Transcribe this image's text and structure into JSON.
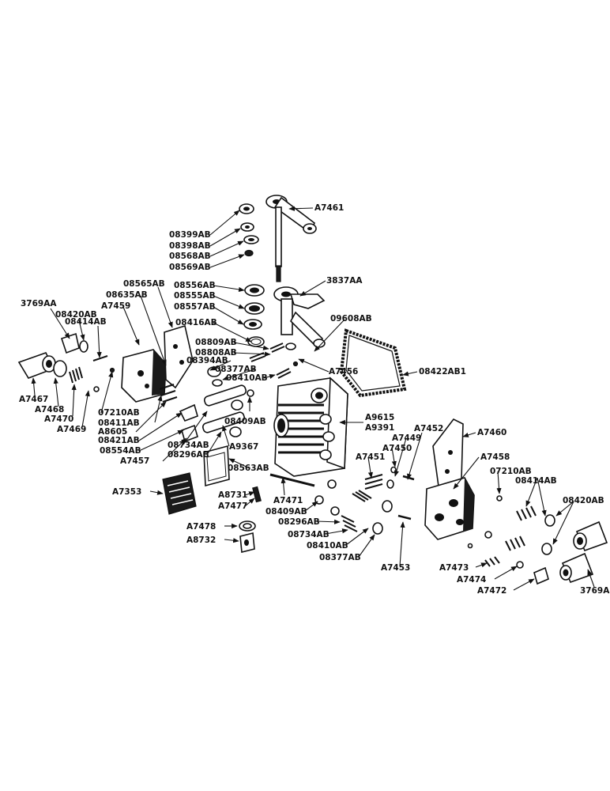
{
  "colors": {
    "ink": "#111111",
    "paper": "#ffffff"
  },
  "labels": {
    "A7461": "A7461",
    "08399AB": "08399AB",
    "08398AB": "08398AB",
    "08568AB": "08568AB",
    "08569AB": "08569AB",
    "3837AA": "3837AA",
    "08565AB": "08565AB",
    "08556AB": "08556AB",
    "08635AB": "08635AB",
    "08555AB": "08555AB",
    "A7459": "A7459",
    "08557AB": "08557AB",
    "3769AA_left": "3769AA",
    "08420AB_left": "08420AB",
    "09608AB": "09608AB",
    "08414AB_left": "08414AB",
    "08416AB": "08416AB",
    "08809AB": "08809AB",
    "08808AB": "08808AB",
    "08394AB": "08394AB",
    "08422AB1": "08422AB1",
    "08377AB_upper": "08377AB",
    "A7456": "A7456",
    "08410AB_upper": "08410AB",
    "A7467": "A7467",
    "A7468": "A7468",
    "07210AB_left": "07210AB",
    "08411AB": "08411AB",
    "A7470": "A7470",
    "A8605": "A8605",
    "A7469": "A7469",
    "08421AB": "08421AB",
    "08409AB_upper": "08409AB",
    "A9615": "A9615",
    "A9391": "A9391",
    "08554AB": "08554AB",
    "08734AB_upper": "08734AB",
    "A7457": "A7457",
    "08296AB_upper": "08296AB",
    "A9367": "A9367",
    "A7452": "A7452",
    "A7460": "A7460",
    "A7449": "A7449",
    "A7458": "A7458",
    "A7450": "A7450",
    "A7451": "A7451",
    "07210AB_right": "07210AB",
    "08563AB": "08563AB",
    "08414AB_right": "08414AB",
    "A7353": "A7353",
    "A8731": "A8731",
    "A7471": "A7471",
    "08420AB_right": "08420AB",
    "A7477": "A7477",
    "08409AB_lower": "08409AB",
    "08296AB_lower": "08296AB",
    "A7478": "A7478",
    "08734AB_lower": "08734AB",
    "A8732": "A8732",
    "08410AB_lower": "08410AB",
    "08377AB_lower": "08377AB",
    "A7473": "A7473",
    "A7453": "A7453",
    "A7474": "A7474",
    "A7472": "A7472",
    "3769AA_right": "3769A"
  }
}
